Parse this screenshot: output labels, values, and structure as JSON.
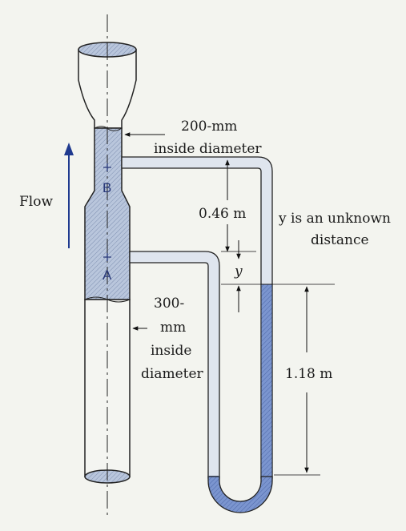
{
  "labels": {
    "flow": "Flow",
    "point_b": "B",
    "point_a": "A",
    "top_diameter_line1": "200-mm",
    "top_diameter_line2": "inside diameter",
    "distance_046": "0.46 m",
    "y_symbol": "y",
    "y_note_line1": "y is an unknown",
    "y_note_line2": "distance",
    "bottom_diameter_line1": "300-",
    "bottom_diameter_line2": "mm",
    "bottom_diameter_line3": "inside",
    "bottom_diameter_line4": "diameter",
    "distance_118": "1.18 m"
  },
  "colors": {
    "fluid_fill": "#b9c6dc",
    "manometer_fluid": "#6f8cc9",
    "pipe_white": "#f4f5f1",
    "outline": "#222222",
    "flow_arrow": "#1f3a8f"
  }
}
